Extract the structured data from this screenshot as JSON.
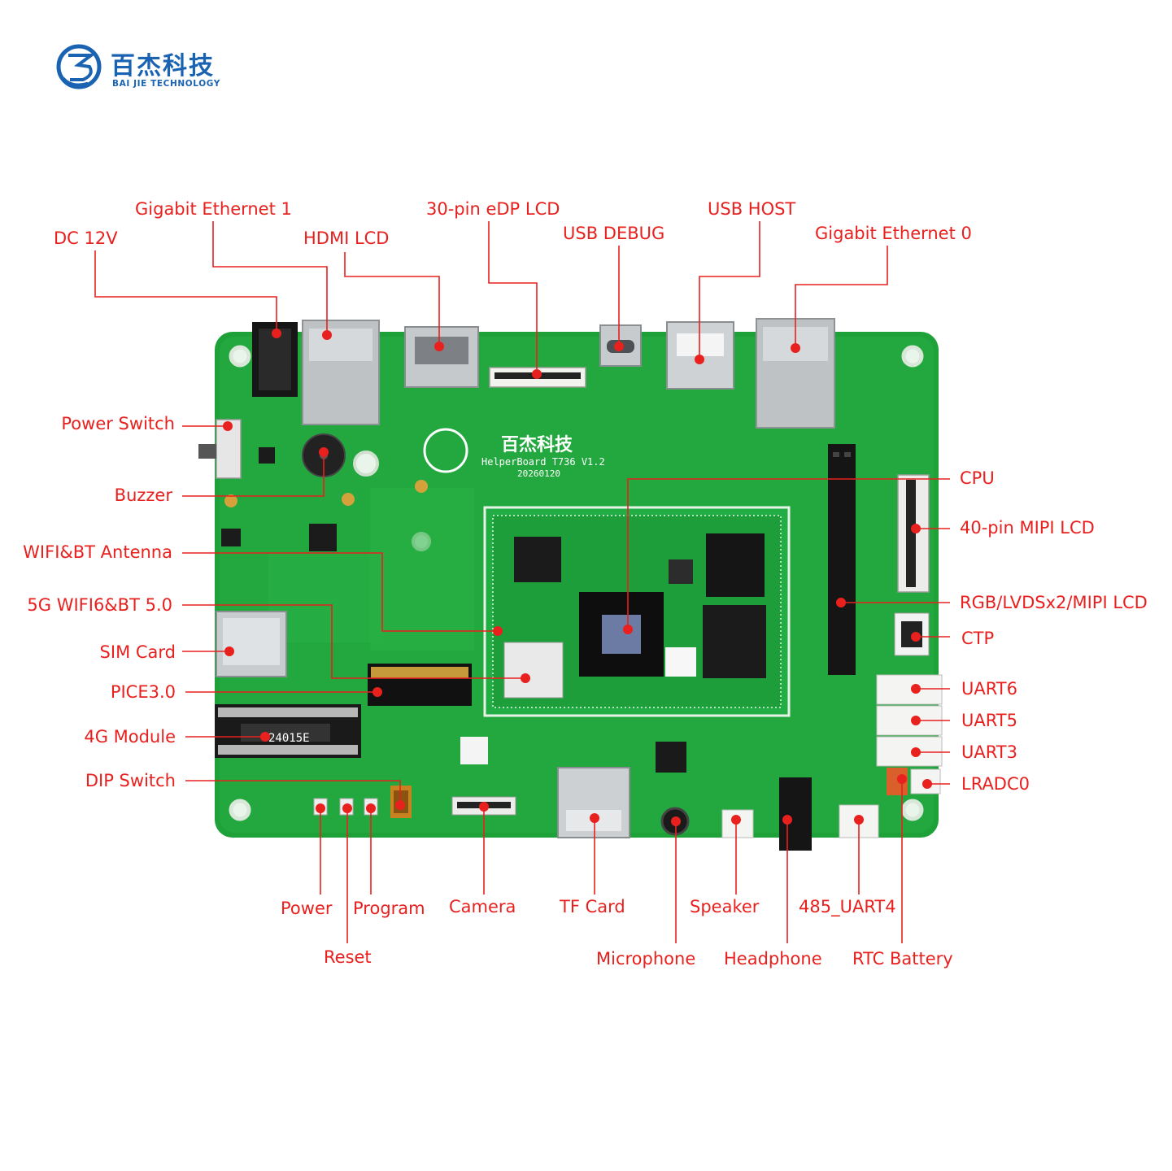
{
  "brand": {
    "name_cn": "百杰科技",
    "name_en": "BAI JIE TECHNOLOGY"
  },
  "board": {
    "silk_brand": "百杰科技",
    "silk_model": "HelperBoard T736 V1.2",
    "silk_date": "20260120",
    "jack_marking": "24015E",
    "colors": {
      "pcb": "#1fa13a",
      "pcb_dark": "#168a2f",
      "label": "#e8201e",
      "logo": "#1a63b3"
    }
  },
  "labels": {
    "dc12v": "DC 12V",
    "gbe1": "Gigabit Ethernet 1",
    "hdmi": "HDMI LCD",
    "edp": "30-pin eDP LCD",
    "usb_debug": "USB DEBUG",
    "usb_host": "USB HOST",
    "gbe0": "Gigabit Ethernet 0",
    "power_switch": "Power Switch",
    "buzzer": "Buzzer",
    "wifi_antenna": "WIFI&BT Antenna",
    "wifi_5g": "5G WIFI6&BT 5.0",
    "sim": "SIM Card",
    "pcie": "PICE3.0",
    "module_4g": "4G Module",
    "dip": "DIP Switch",
    "cpu": "CPU",
    "mipi40": "40-pin MIPI LCD",
    "rgb_lvds": "RGB/LVDSx2/MIPI LCD",
    "ctp": "CTP",
    "uart6": "UART6",
    "uart5": "UART5",
    "uart3": "UART3",
    "lradc": "LRADC0",
    "power": "Power",
    "program": "Program",
    "camera": "Camera",
    "tf": "TF Card",
    "speaker": "Speaker",
    "uart4": "485_UART4",
    "reset": "Reset",
    "microphone": "Microphone",
    "headphone": "Headphone",
    "rtc": "RTC Battery"
  }
}
